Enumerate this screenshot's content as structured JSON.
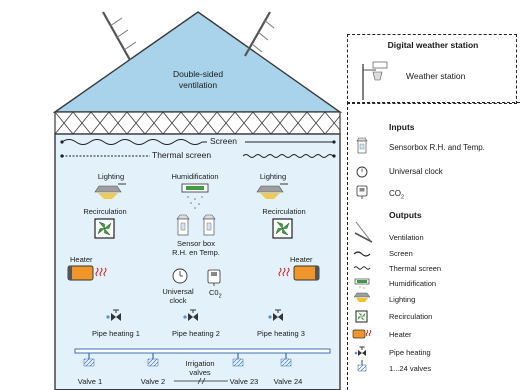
{
  "greenhouse": {
    "roof_label_line1": "Double-sided",
    "roof_label_line2": "ventilation",
    "screen_label": "Screen",
    "thermal_screen_label": "Thermal screen",
    "lighting_left": "Lighting",
    "lighting_right": "Lighting",
    "humidification": "Humidification",
    "recirculation_left": "Recirculation",
    "recirculation_right": "Recirculation",
    "sensor_box_line1": "Sensor box",
    "sensor_box_line2": "R.H. en Temp.",
    "heater_left": "Heater",
    "heater_right": "Heater",
    "clock_line1": "Universal",
    "clock_line2": "clock",
    "co2_label": "C0",
    "co2_sub": "2",
    "pipe_heating_1": "Pipe heating 1",
    "pipe_heating_2": "Pipe heating 2",
    "pipe_heating_3": "Pipe heating 3",
    "irrigation_line1": "Irrigation",
    "irrigation_line2": "valves",
    "valves": [
      "Valve 1",
      "Valve 2",
      "Valve 23",
      "Valve 24"
    ]
  },
  "weather_station": {
    "title": "Digital weather station",
    "label": "Weather station"
  },
  "legend": {
    "inputs_heading": "Inputs",
    "outputs_heading": "Outputs",
    "inputs": [
      {
        "icon": "sensorbox-icon",
        "text": "Sensorbox R.H. and Temp."
      },
      {
        "icon": "clock-icon",
        "text": "Universal clock"
      },
      {
        "icon": "co2-sensor-icon",
        "text": "CO",
        "sub": "2"
      }
    ],
    "outputs": [
      {
        "icon": "ventilation-icon",
        "text": "Ventilation"
      },
      {
        "icon": "screen-icon",
        "text": "Screen"
      },
      {
        "icon": "thermal-screen-icon",
        "text": "Thermal screen"
      },
      {
        "icon": "humidification-icon",
        "text": "Humidification"
      },
      {
        "icon": "lighting-icon",
        "text": "Lighting"
      },
      {
        "icon": "recirculation-icon",
        "text": "Recirculation"
      },
      {
        "icon": "heater-icon",
        "text": "Heater"
      },
      {
        "icon": "pipe-heating-icon",
        "text": "Pipe heating"
      },
      {
        "icon": "valve-icon",
        "text": "1...24 valves"
      }
    ]
  },
  "colors": {
    "roof_fill": "#a9d3ea",
    "interior_fill": "#e3f1fb",
    "outline": "#3a3a3a",
    "heater_orange": "#f0952a",
    "heater_red": "#d62020",
    "fan_green": "#3f9b43",
    "lamp_yellow": "#f2c12e",
    "valve_blue": "#3d6fb6",
    "pipe_blue": "#5b8fd0"
  }
}
